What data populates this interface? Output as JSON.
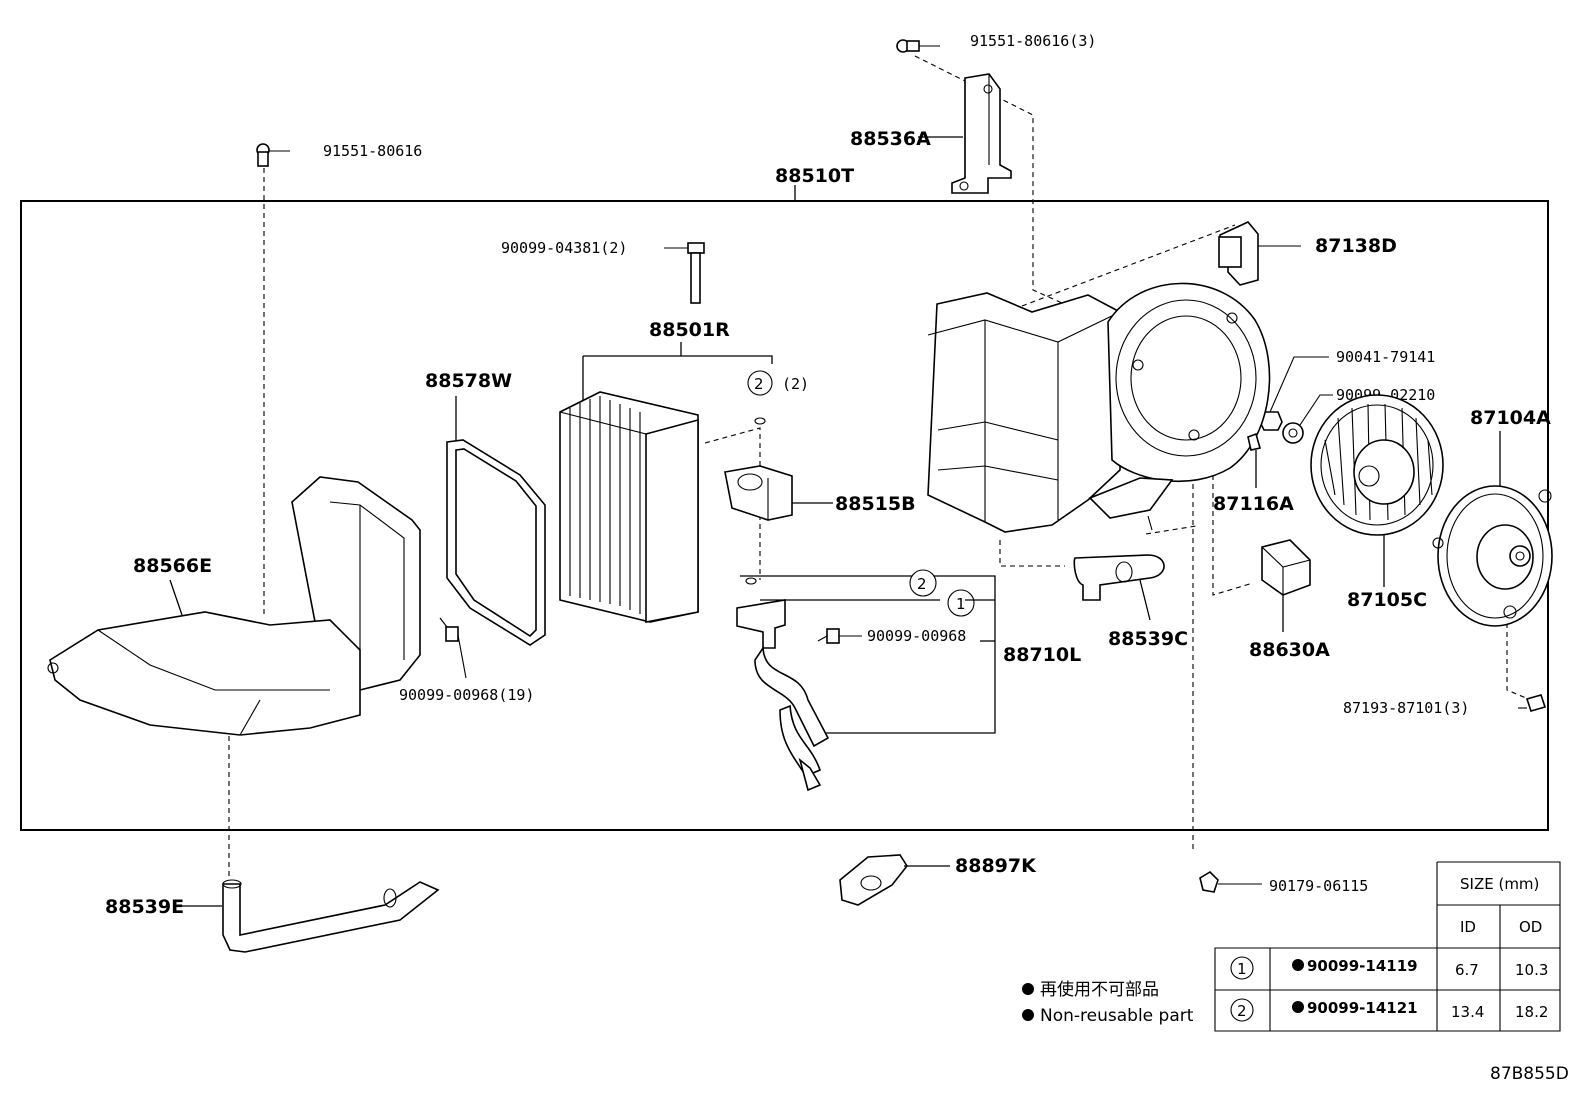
{
  "diagram_id": "87B855D",
  "assembly_label": "88510T",
  "parts": {
    "bolt_top": "91551-80616(3)",
    "bracket": "88536A",
    "bolt_left": "91551-80616",
    "resistor": "87138D",
    "screw_2": "90099-04381(2)",
    "evaporator": "88501R",
    "circ2_qty": "(2)",
    "packing": "88578W",
    "clip": "90041-79141",
    "screw_3": "90099-02210",
    "motor": "87104A",
    "exp_valve": "88515B",
    "damper": "87116A",
    "case_lower": "88566E",
    "screw_4": "90099-00968",
    "tube": "88710L",
    "drain_hose": "88539C",
    "relay": "88630A",
    "fan": "87105C",
    "screw_19": "90099-00968(19)",
    "screw_motor": "87193-87101(3)",
    "drain_hose_2": "88539E",
    "cushion": "88897K",
    "grommet": "90179-06115"
  },
  "callouts": {
    "one": "1",
    "two": "2"
  },
  "notes": {
    "jp": "再使用不可部品",
    "en": "Non-reusable part"
  },
  "size_table": {
    "title": "SIZE (mm)",
    "col_id": "ID",
    "col_od": "OD",
    "rows": [
      {
        "no": "1",
        "part": "90099-14119",
        "id": "6.7",
        "od": "10.3"
      },
      {
        "no": "2",
        "part": "90099-14121",
        "id": "13.4",
        "od": "18.2"
      }
    ]
  }
}
